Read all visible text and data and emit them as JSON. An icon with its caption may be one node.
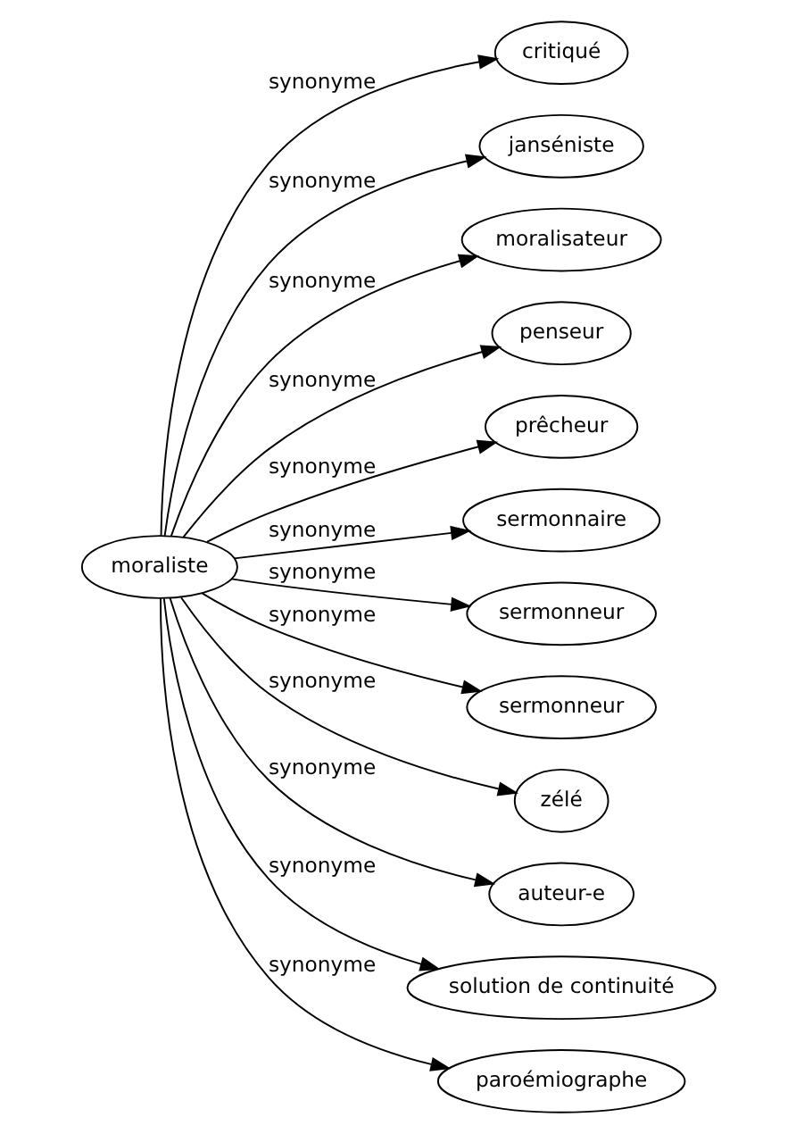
{
  "diagram": {
    "nodes": [
      {
        "text": [
          "moraliste"
        ]
      },
      {
        "text": [
          "critiqué"
        ]
      },
      {
        "text": [
          "janséniste"
        ]
      },
      {
        "text": [
          "moralisateur"
        ]
      },
      {
        "text": [
          "penseur"
        ]
      },
      {
        "text": [
          "prêcheur"
        ]
      },
      {
        "text": [
          "sermonnaire"
        ]
      },
      {
        "text": [
          "sermonneur"
        ]
      },
      {
        "text": [
          "sermonneur"
        ]
      },
      {
        "text": [
          "zélé"
        ]
      },
      {
        "text": [
          "auteur-e"
        ]
      },
      {
        "text": [
          "solution de continuité"
        ]
      },
      {
        "text": [
          "paroémiographe"
        ]
      }
    ],
    "edges": [
      {
        "from": 0,
        "to": 1,
        "arrow": "to",
        "label": "synonyme"
      },
      {
        "from": 0,
        "to": 2,
        "arrow": "to",
        "label": "synonyme"
      },
      {
        "from": 0,
        "to": 3,
        "arrow": "to",
        "label": "synonyme"
      },
      {
        "from": 0,
        "to": 4,
        "arrow": "to",
        "label": "synonyme"
      },
      {
        "from": 0,
        "to": 5,
        "arrow": "to",
        "label": "synonyme"
      },
      {
        "from": 0,
        "to": 6,
        "arrow": "to",
        "label": "synonyme"
      },
      {
        "from": 0,
        "to": 7,
        "arrow": "to",
        "label": "synonyme"
      },
      {
        "from": 0,
        "to": 8,
        "arrow": "to",
        "label": "synonyme"
      },
      {
        "from": 0,
        "to": 9,
        "arrow": "to",
        "label": "synonyme"
      },
      {
        "from": 0,
        "to": 10,
        "arrow": "to",
        "label": "synonyme"
      },
      {
        "from": 0,
        "to": 11,
        "arrow": "to",
        "label": "synonyme"
      },
      {
        "from": 0,
        "to": 12,
        "arrow": "to",
        "label": "synonyme"
      }
    ]
  }
}
